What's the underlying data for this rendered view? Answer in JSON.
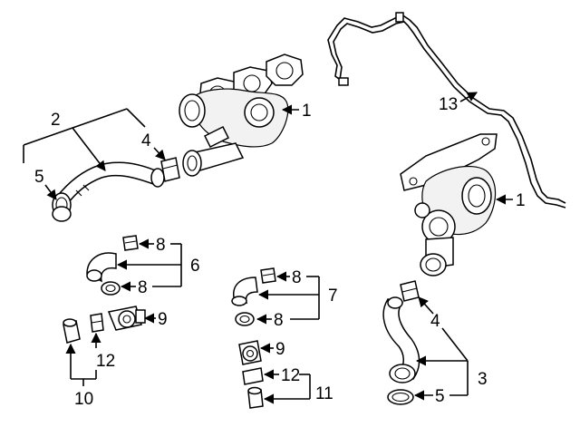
{
  "diagram": {
    "callouts": {
      "c1_top": "1",
      "c1_right": "1",
      "c2": "2",
      "c3": "3",
      "c4_top": "4",
      "c4_right": "4",
      "c5_left": "5",
      "c5_right": "5",
      "c6": "6",
      "c7": "7",
      "c8_a": "8",
      "c8_b": "8",
      "c8_c": "8",
      "c8_d": "8",
      "c9_left": "9",
      "c9_mid": "9",
      "c10": "10",
      "c11": "11",
      "c12_left": "12",
      "c12_mid": "12",
      "c13": "13"
    }
  }
}
